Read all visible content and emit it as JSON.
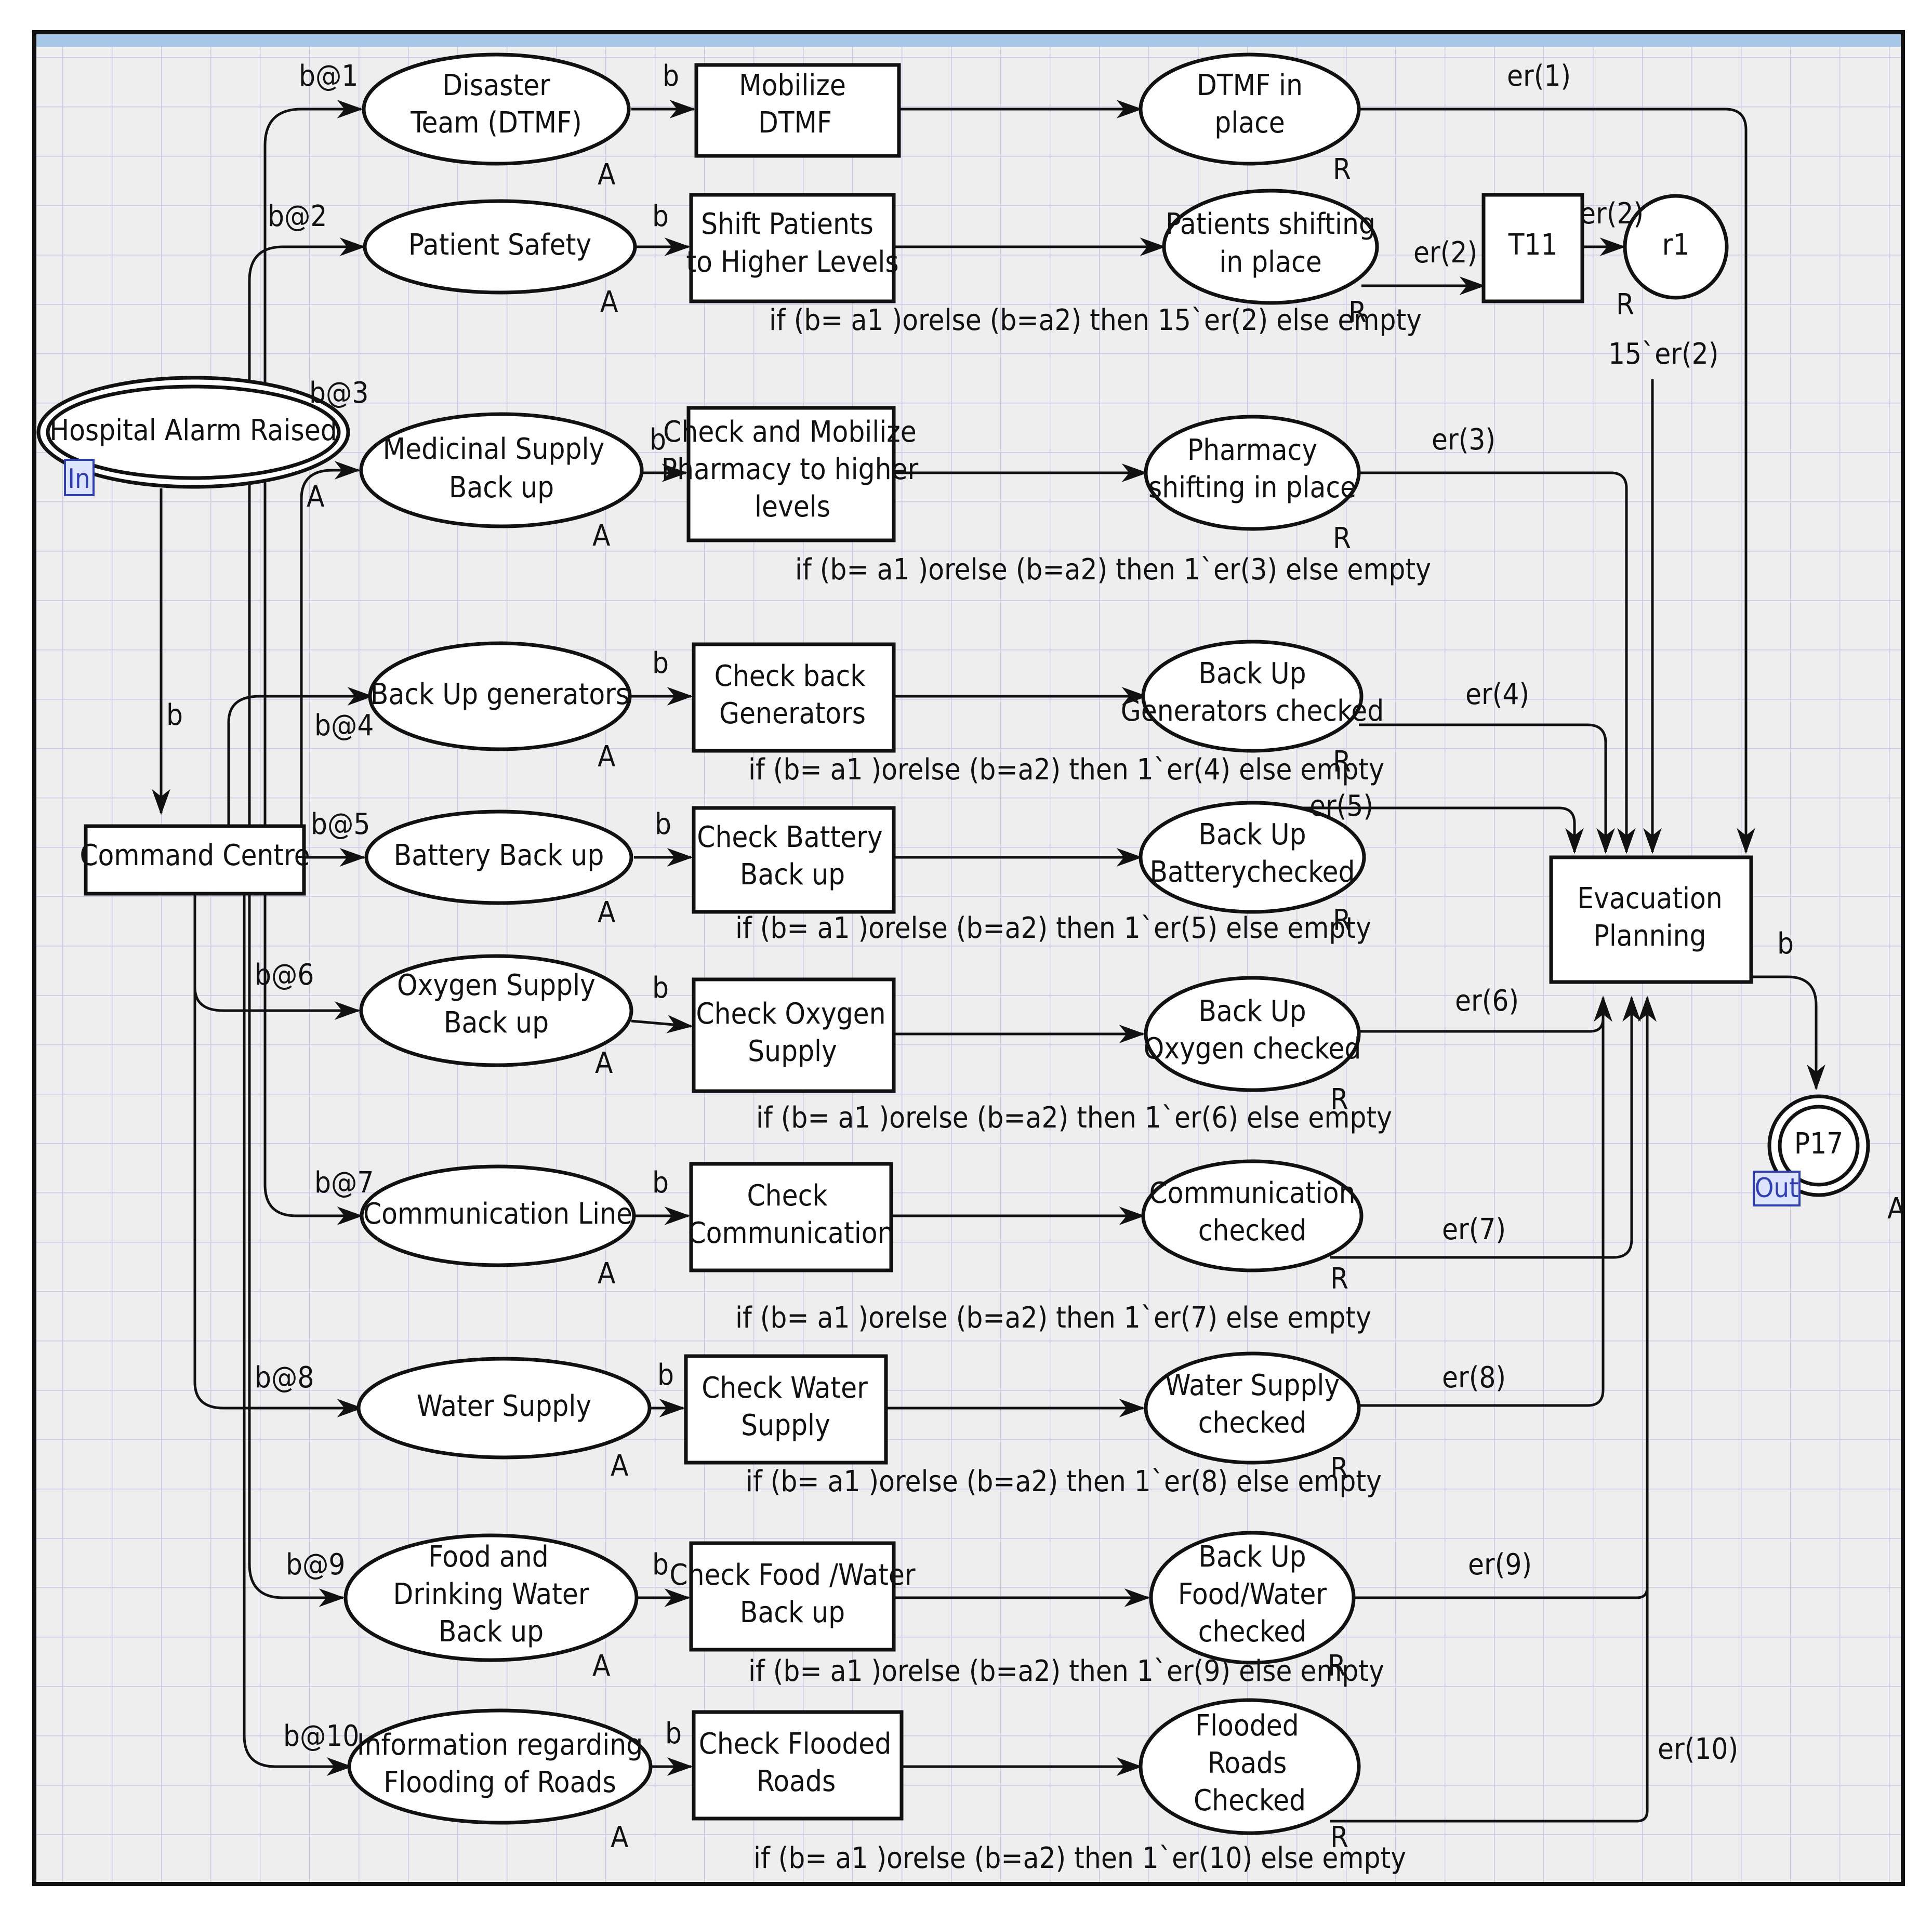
{
  "places": {
    "hospital_alarm": "Hospital Alarm Raised",
    "disaster_team": [
      "Disaster",
      "Team (DTMF)"
    ],
    "patient_safety": "Patient Safety",
    "medicinal_supply": [
      "Medicinal Supply",
      "Back up"
    ],
    "backup_generators": "Back Up generators",
    "battery_backup": "Battery Back up",
    "oxygen_supply": [
      "Oxygen Supply",
      "Back up"
    ],
    "communication_line": "Communication Line",
    "water_supply": "Water Supply",
    "food_water": [
      "Food and",
      "Drinking Water",
      "Back up"
    ],
    "flood_info": [
      "Information regarding",
      "Flooding of Roads"
    ],
    "dtmf_in_place": [
      "DTMF in",
      "place"
    ],
    "patients_shifting": [
      "Patients shifting",
      "in place"
    ],
    "pharmacy_shifting": [
      "Pharmacy",
      "shifting in place"
    ],
    "generators_checked": [
      "Back Up",
      "Generators checked"
    ],
    "battery_checked": [
      "Back Up",
      "Batterychecked"
    ],
    "oxygen_checked": [
      "Back Up",
      "Oxygen checked"
    ],
    "communication_checked": [
      "Communication",
      "checked"
    ],
    "water_checked": [
      "Water Supply",
      "checked"
    ],
    "food_checked": [
      "Back Up",
      "Food/Water",
      "checked"
    ],
    "roads_checked": [
      "Flooded",
      "Roads",
      "Checked"
    ],
    "r1": "r1",
    "p17": "P17"
  },
  "transitions": {
    "command_centre": "Command  Centre",
    "mobilize_dtmf": [
      "Mobilize",
      "DTMF"
    ],
    "shift_patients": [
      "Shift Patients",
      "to Higher Levels"
    ],
    "mobilize_pharmacy": [
      "Check and Mobilize",
      "Pharmacy to higher",
      "levels"
    ],
    "check_generators": [
      "Check back",
      "Generators"
    ],
    "check_battery": [
      "Check  Battery",
      "Back up"
    ],
    "check_oxygen": [
      "Check Oxygen",
      "Supply"
    ],
    "check_communication": [
      "Check",
      "Communication"
    ],
    "check_water": [
      "Check Water",
      "Supply"
    ],
    "check_food": [
      "Check Food /Water",
      "Back up"
    ],
    "check_roads": [
      "Check Flooded",
      "Roads"
    ],
    "t11": "T11",
    "evacuation": [
      "Evacuation",
      "Planning"
    ]
  },
  "ports": {
    "in": "In",
    "out": "Out"
  },
  "arc_labels": {
    "b": "b",
    "b1": "b@1",
    "b2": "b@2",
    "b3": "b@3",
    "b4": "b@4",
    "b5": "b@5",
    "b6": "b@6",
    "b7": "b@7",
    "b8": "b@8",
    "b9": "b@9",
    "b10": "b@10",
    "er1": "er(1)",
    "er2": "er(2)",
    "er3": "er(3)",
    "er4": "er(4)",
    "er5": "er(5)",
    "er6": "er(6)",
    "er7": "er(7)",
    "er8": "er(8)",
    "er9": "er(9)",
    "er10": "er(10)",
    "er2_r1": "15`er(2)"
  },
  "guards": {
    "g2": "if (b= a1 )orelse (b=a2) then  15`er(2)  else empty",
    "g3": "if (b= a1 )orelse (b=a2) then  1`er(3) else empty",
    "g4": "if (b= a1 )orelse (b=a2) then  1`er(4)  else empty",
    "g5": "if (b= a1 )orelse (b=a2) then  1`er(5)  else empty",
    "g6": "if (b= a1 )orelse (b=a2) then  1`er(6) else empty",
    "g7": "if (b= a1 )orelse (b=a2) then  1`er(7) else empty",
    "g8": "if (b= a1 )orelse (b=a2) then  1`er(8) else empty",
    "g9": "if (b= a1 )orelse (b=a2) then  1`er(9)  else empty",
    "g10": "if (b= a1 )orelse (b=a2) then  1`er(10) else empty"
  },
  "type_tags": {
    "a": "A",
    "r": "R"
  },
  "colors": {
    "grid": "#c9cbe6",
    "background": "#eeeeee",
    "port": "#3040b0",
    "stroke": "#111111"
  }
}
